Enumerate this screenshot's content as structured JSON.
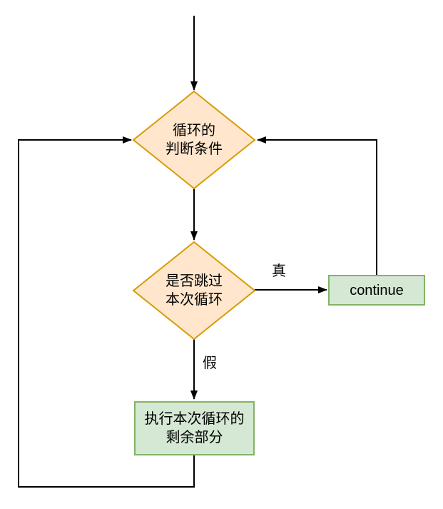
{
  "colors": {
    "background": "#ffffff",
    "decision_fill": "#ffe6cc",
    "decision_border": "#d79b00",
    "process_fill": "#d5e8d4",
    "process_border": "#82b366",
    "connector": "#000000",
    "text": "#000000"
  },
  "nodes": {
    "loop_condition": {
      "type": "decision",
      "lines": [
        "循环的",
        "判断条件"
      ]
    },
    "skip_decision": {
      "type": "decision",
      "lines": [
        "是否跳过",
        "本次循环"
      ]
    },
    "continue_process": {
      "type": "process",
      "label": "continue"
    },
    "loop_body_rest": {
      "type": "process",
      "lines": [
        "执行本次循环的",
        "剩余部分"
      ]
    }
  },
  "edges": {
    "true_label": "真",
    "false_label": "假"
  }
}
